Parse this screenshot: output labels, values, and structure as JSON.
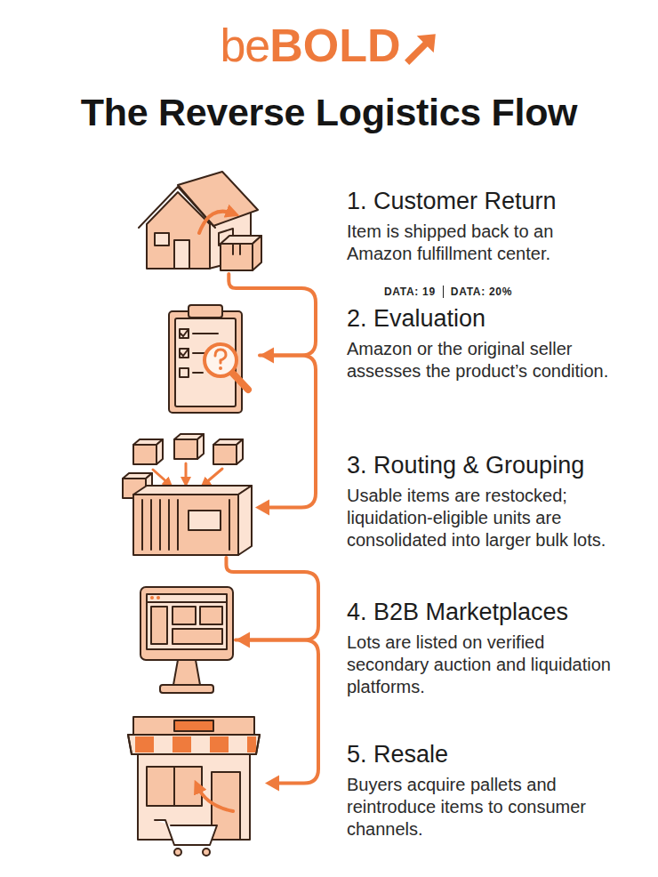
{
  "diagram": {
    "title": "The Reverse Logistics Flow",
    "nodes": [
      {
        "text": [
          "1. Customer Return",
          "Item is shipped back to an Amazon fulfillment center."
        ]
      },
      {
        "text": [
          "2. Evaluation",
          "Amazon or the original seller assesses the product’s condition."
        ]
      },
      {
        "text": [
          "3. Routing & Grouping",
          "Usable items are restocked; liquidation-eligible units are consolidated into larger bulk lots."
        ]
      },
      {
        "text": [
          "4. B2B Marketplaces",
          "Lots are listed on verified secondary auction and liquidation platforms."
        ]
      },
      {
        "text": [
          "5. Resale",
          "Buyers acquire pallets and reintroduce items to consumer channels."
        ]
      }
    ],
    "edges": [
      {
        "from": 0,
        "to": 1,
        "arrow": "to"
      },
      {
        "from": 1,
        "to": 2,
        "arrow": "to"
      },
      {
        "from": 2,
        "to": 3,
        "arrow": "to"
      },
      {
        "from": 3,
        "to": 4,
        "arrow": "to"
      }
    ],
    "labels": [
      "be",
      "BOLD",
      "DATA: 19",
      "DATA: 20%"
    ]
  }
}
